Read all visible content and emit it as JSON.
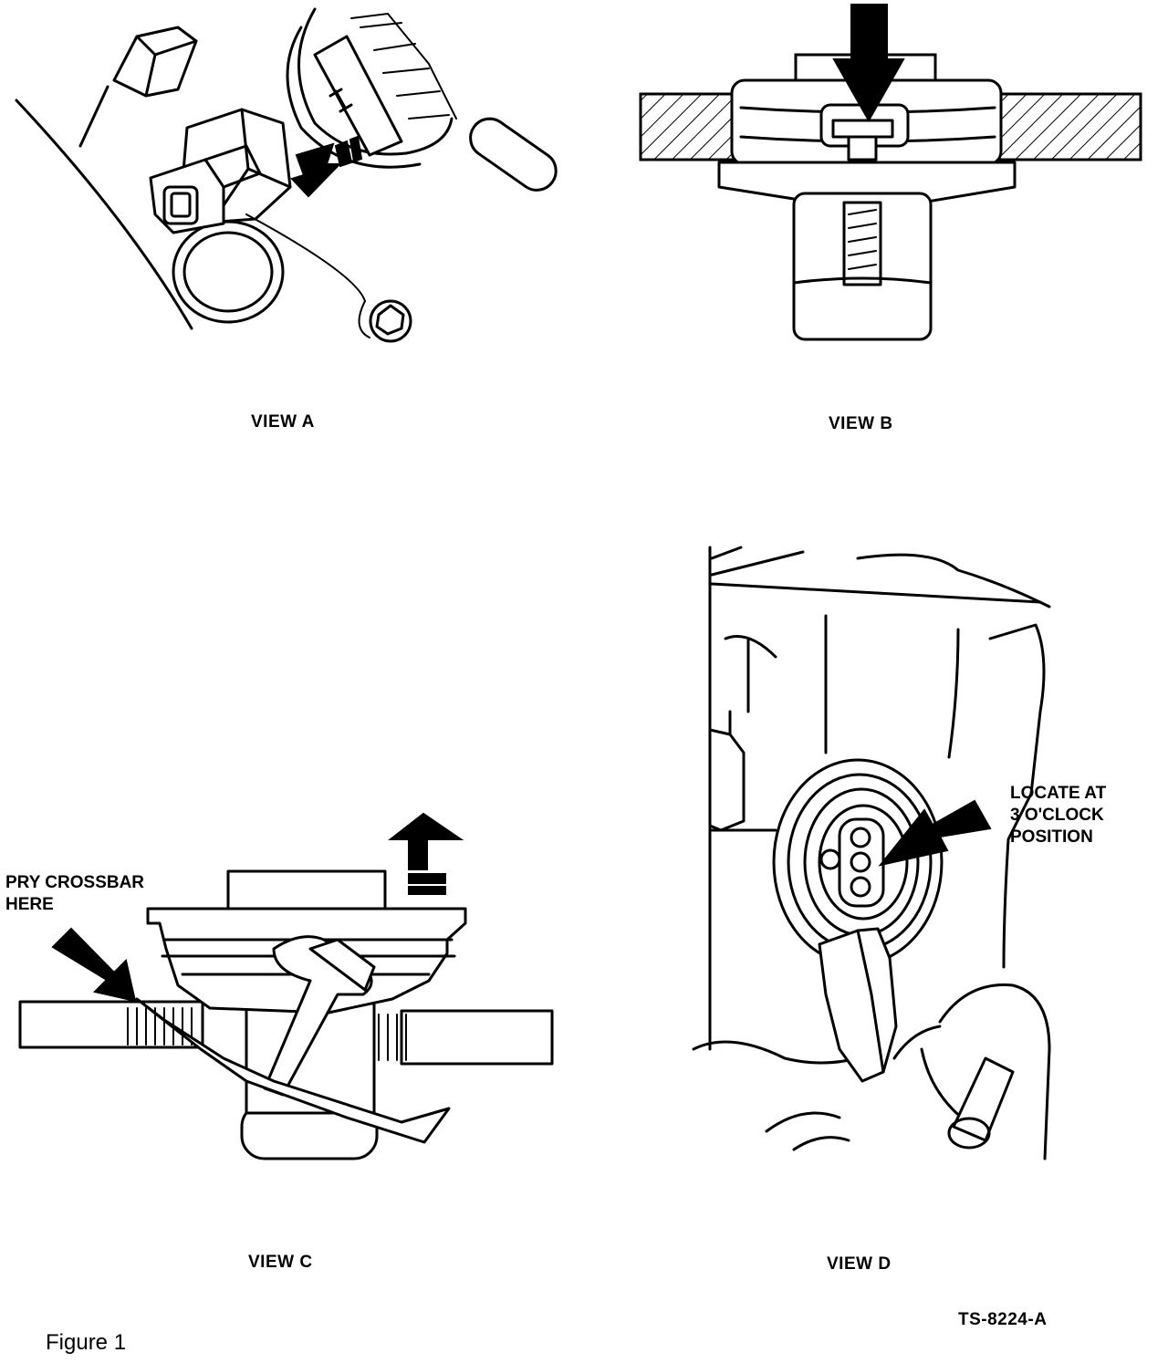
{
  "views": {
    "a": {
      "title": "VIEW A"
    },
    "b": {
      "title": "VIEW B"
    },
    "c": {
      "title": "VIEW C",
      "callout": [
        "PRY CROSSBAR",
        "HERE"
      ]
    },
    "d": {
      "title": "VIEW D",
      "callout": [
        "LOCATE AT",
        "3 O'CLOCK",
        "POSITION"
      ]
    }
  },
  "drawing_number": "TS-8224-A",
  "figure_label": "Figure 1"
}
